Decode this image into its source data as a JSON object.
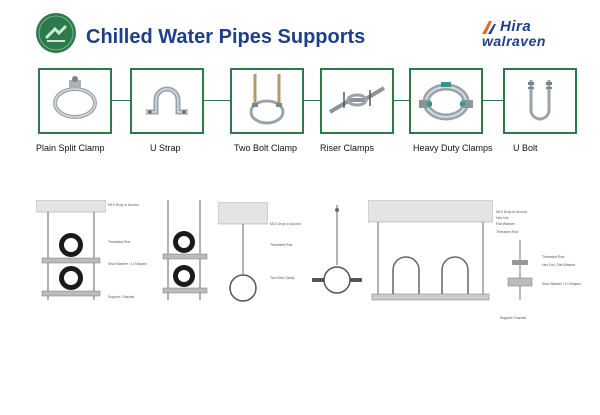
{
  "header": {
    "title": "Chilled Water Pipes Supports",
    "brand": {
      "line1": "Hira",
      "line2": "walraven"
    }
  },
  "products": [
    {
      "label": "Plain Split Clamp",
      "icon": "split-clamp-icon"
    },
    {
      "label": "U Strap",
      "icon": "u-strap-icon"
    },
    {
      "label": "Two Bolt Clamp",
      "icon": "two-bolt-clamp-icon"
    },
    {
      "label": "Riser Clamps",
      "icon": "riser-clamp-icon"
    },
    {
      "label": "Heavy Duty Clamps",
      "icon": "heavy-duty-clamp-icon"
    },
    {
      "label": "U Bolt",
      "icon": "u-bolt-icon"
    }
  ],
  "diagrams": {
    "d1": {
      "notes": [
        "M10 Drop-in Anchor",
        "Threaded Rod",
        "Shut Washer / U Shaped",
        "Support Channel"
      ]
    },
    "d3": {
      "notes": [
        "M10 Drop-in Anchor",
        "Threaded Rod",
        "Two Bolt Clamp"
      ]
    },
    "d5": {
      "notes": [
        "M10 Drop-in Anchor",
        "Hex Nut",
        "Flat Washer",
        "Threaded Rod",
        "Threaded Rod",
        "Hex Nut, Flat Washer",
        "Shut Washer / U Shaped",
        "Support Channel"
      ]
    }
  },
  "colors": {
    "accent_green": "#2c7a4a",
    "title_blue": "#1f3f86",
    "brand_orange": "#e36b2c"
  }
}
